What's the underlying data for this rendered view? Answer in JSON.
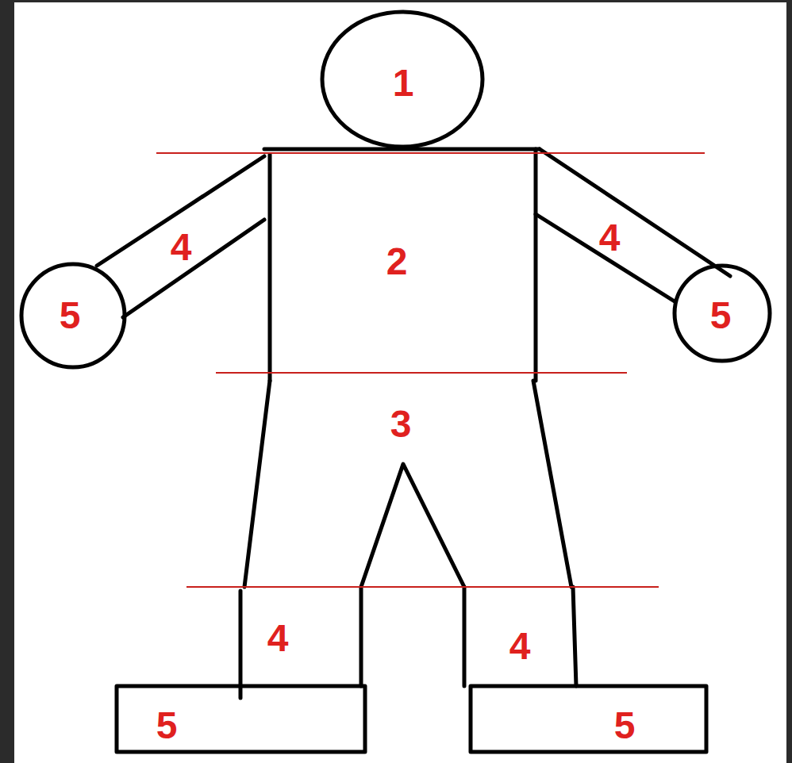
{
  "diagram": {
    "labels": [
      "1",
      "4",
      "4",
      "2",
      "5",
      "5",
      "3",
      "4",
      "4",
      "5",
      "5"
    ]
  }
}
